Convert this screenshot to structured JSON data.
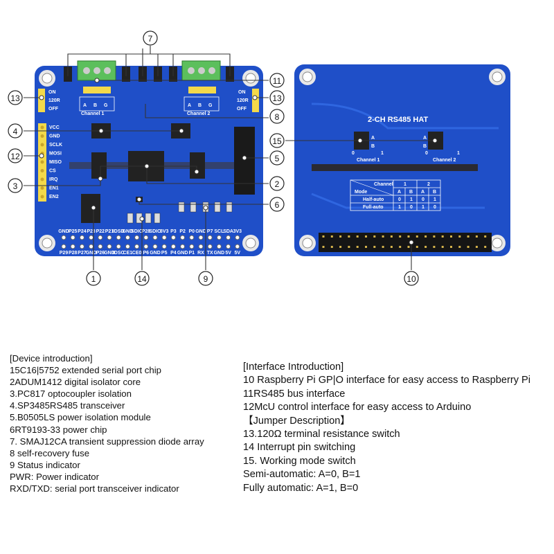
{
  "left_board": {
    "channel_1": "Channel 1",
    "channel_2": "Channel 2",
    "terminal_labels": [
      "A",
      "B",
      "G"
    ],
    "jumper_labels": [
      "ON",
      "120R",
      "OFF"
    ],
    "mcu_pins": [
      "VCC",
      "GND",
      "SCLK",
      "MOSI",
      "MISO",
      "CS",
      "IRQ",
      "EN1",
      "EN2"
    ],
    "gpio_top": [
      "GND",
      "P25",
      "P24",
      "P23",
      "P22",
      "P21",
      "IDSD",
      "GND",
      "SDIO",
      "P28",
      "SDIO",
      "3V3",
      "P3",
      "P2",
      "P0",
      "GND",
      "P7",
      "SCL",
      "SDA",
      "3V3"
    ],
    "gpio_bottom": [
      "P29",
      "P28",
      "P27",
      "GND",
      "P26",
      "GND",
      "IDSC",
      "CE1",
      "CE0",
      "P6",
      "GND",
      "P5",
      "P4",
      "GND",
      "P1",
      "RX",
      "TX",
      "GND",
      "5V",
      "5V"
    ]
  },
  "right_board": {
    "title": "2-CH RS485 HAT",
    "switch_labels": [
      "A",
      "B",
      "0",
      "1"
    ],
    "channel_1": "Channel 1",
    "channel_2": "Channel 2",
    "mode_table": {
      "header_channel": "Channel",
      "header_mode": "Mode",
      "channels": [
        "1",
        "2"
      ],
      "sub": [
        "A",
        "B",
        "A",
        "B"
      ],
      "rows": [
        {
          "mode": "Half-auto",
          "values": [
            "0",
            "1",
            "0",
            "1"
          ]
        },
        {
          "mode": "Full-auto",
          "values": [
            "1",
            "0",
            "1",
            "0"
          ]
        }
      ]
    }
  },
  "callouts": [
    "1",
    "2",
    "3",
    "4",
    "5",
    "6",
    "7",
    "8",
    "9",
    "10",
    "11",
    "12",
    "13",
    "13",
    "14",
    "15"
  ],
  "board_color": "#1f4fc8",
  "device_intro": [
    "[Device introduction]",
    "15C16|5752 extended serial port chip",
    "2ADUM1412 digital isolator core",
    "3.PC817 optocoupler isolation",
    "4.SP3485RS485 transceiver",
    "5.B0505LS power isolation module",
    "6RT9193-33 power chip",
    "7. SMAJ12CA transient suppression diode array",
    "8 self-recovery fuse",
    "9 Status indicator",
    "PWR: Power indicator",
    "RXD/TXD: serial port transceiver indicator"
  ],
  "interface_intro": [
    "[Interface Introduction]",
    "10 Raspberry Pi GP|O interface for easy access to Raspberry Pi",
    "11RS485 bus interface",
    "12McU control interface for easy access to Arduino",
    "【Jumper Description】",
    "13.120Ω terminal resistance switch",
    "14 Interrupt pin switching",
    "15. Working mode switch",
    "Semi-automatic: A=0, B=1",
    "Fully automatic: A=1, B=0"
  ]
}
